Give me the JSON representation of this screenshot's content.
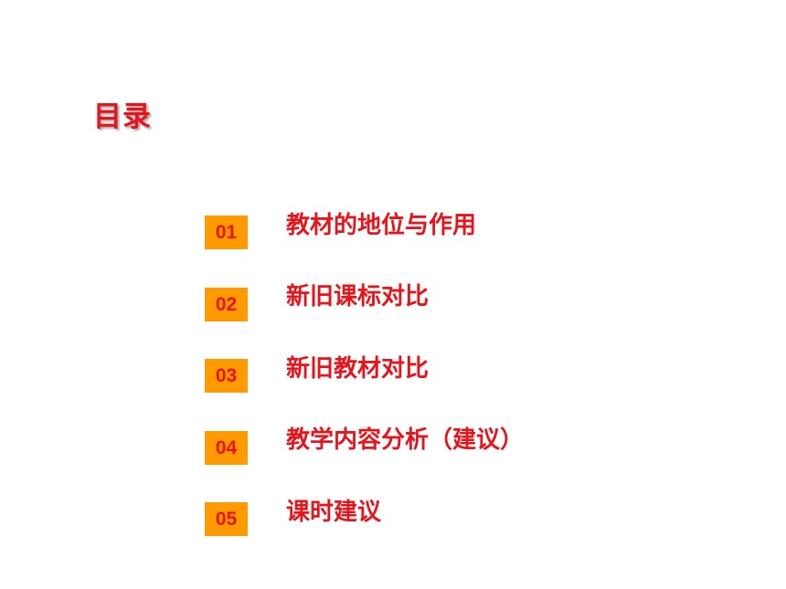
{
  "slide": {
    "title": "目录",
    "items": [
      {
        "number": "01",
        "label": "教材的地位与作用"
      },
      {
        "number": "02",
        "label": "新旧课标对比"
      },
      {
        "number": "03",
        "label": "新旧教材对比"
      },
      {
        "number": "04",
        "label": "教学内容分析（建议）"
      },
      {
        "number": "05",
        "label": "课时建议"
      }
    ]
  },
  "colors": {
    "text_red": "#e8141b",
    "badge_orange": "#ff9a00",
    "background": "#ffffff"
  }
}
